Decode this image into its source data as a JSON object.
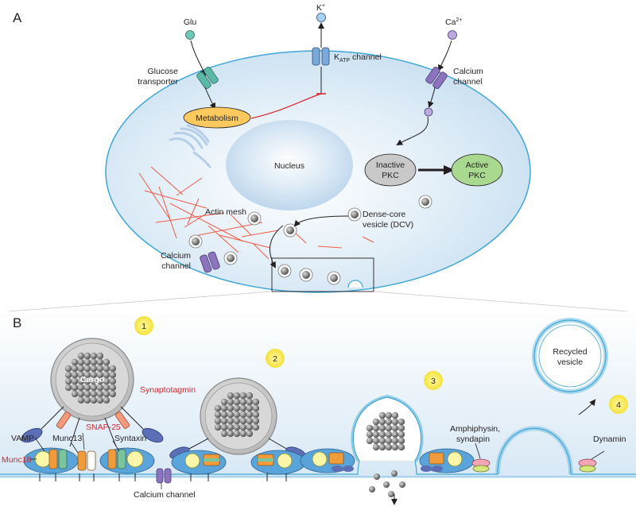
{
  "panel_a": {
    "label": "A",
    "glu": "Glu",
    "k_ion": "K",
    "k_charge": "+",
    "katp_main": "K",
    "katp_sub": "ATP",
    "katp_rest": " channel",
    "ca_ion": "Ca",
    "ca_charge": "2+",
    "glucose_transporter_l1": "Glucose",
    "glucose_transporter_l2": "transporter",
    "calcium_channel_l1": "Calcium",
    "calcium_channel_l2": "channel",
    "metabolism": "Metabolism",
    "nucleus": "Nucleus",
    "inactive_pkc_l1": "Inactive",
    "inactive_pkc_l2": "PKC",
    "active_pkc_l1": "Active",
    "active_pkc_l2": "PKC",
    "actin_mesh": "Actin mesh",
    "dcv_l1": "Dense-core",
    "dcv_l2": "vesicle (DCV)",
    "calcium_channel2_l1": "Calcium",
    "calcium_channel2_l2": "channel"
  },
  "panel_b": {
    "label": "B",
    "step1": "1",
    "step2": "2",
    "step3": "3",
    "step4": "4",
    "cargo": "Cargo",
    "synaptotagmin": "Synaptotagmin",
    "snap25": "SNAP-25",
    "vamp": "VAMP",
    "munc13": "Munc13",
    "syntaxin": "Syntaxin",
    "munc18": "Munc18",
    "calcium_channel": "Calcium channel",
    "recycled_l1": "Recycled",
    "recycled_l2": "vesicle",
    "amphiphysin_l1": "Amphiphysin,",
    "amphiphysin_l2": "syndapin",
    "dynamin": "Dynamin"
  },
  "colors": {
    "membrane": "#3fa7d6",
    "cytoplasm": "#dcebf6",
    "metabolism_fill": "#fbc95e",
    "active_pkc_fill": "#a9d88f",
    "inactive_pkc_fill": "#c9c9c9",
    "step_badge": "#f6e84a",
    "actin": "#f05a47",
    "inhibit": "#d7262e"
  }
}
